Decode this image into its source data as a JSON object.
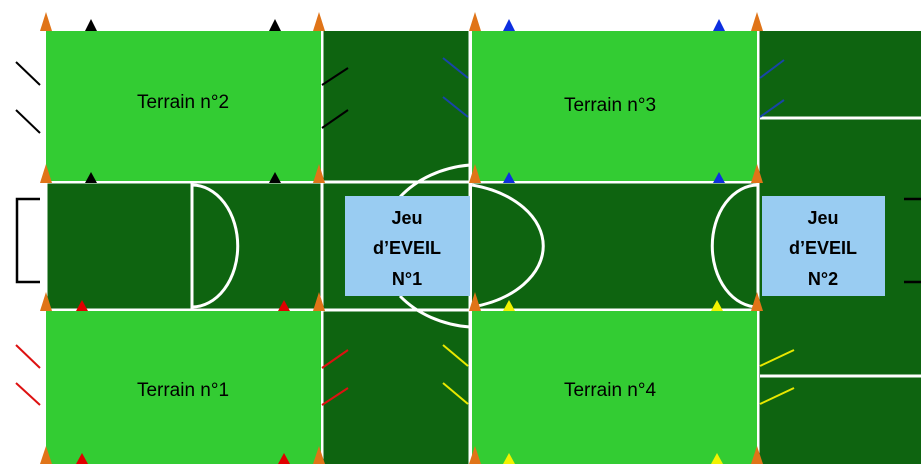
{
  "colors": {
    "pitch_dark": "#0e6410",
    "pitch_light": "#33cc33",
    "line_white": "#ffffff",
    "box_blue": "#99ccf2",
    "cone_orange": "#e07418",
    "marker_black": "#000000",
    "marker_blue": "#0d2fe0",
    "marker_red": "#e00000",
    "marker_yellow": "#f2f200",
    "pole_black": "#000000",
    "pole_blue": "#1845a8",
    "pole_red": "#dd1111",
    "pole_yellow": "#e8e800"
  },
  "fields": {
    "terrain_2": "Terrain n°2",
    "terrain_3": "Terrain n°3",
    "terrain_1": "Terrain n°1",
    "terrain_4": "Terrain n°4"
  },
  "jeux": {
    "jeu_1": {
      "line1": "Jeu",
      "line2": "d’EVEIL",
      "line3": "N°1"
    },
    "jeu_2": {
      "line1": "Jeu",
      "line2": "d’EVEIL",
      "line3": "N°2"
    }
  }
}
